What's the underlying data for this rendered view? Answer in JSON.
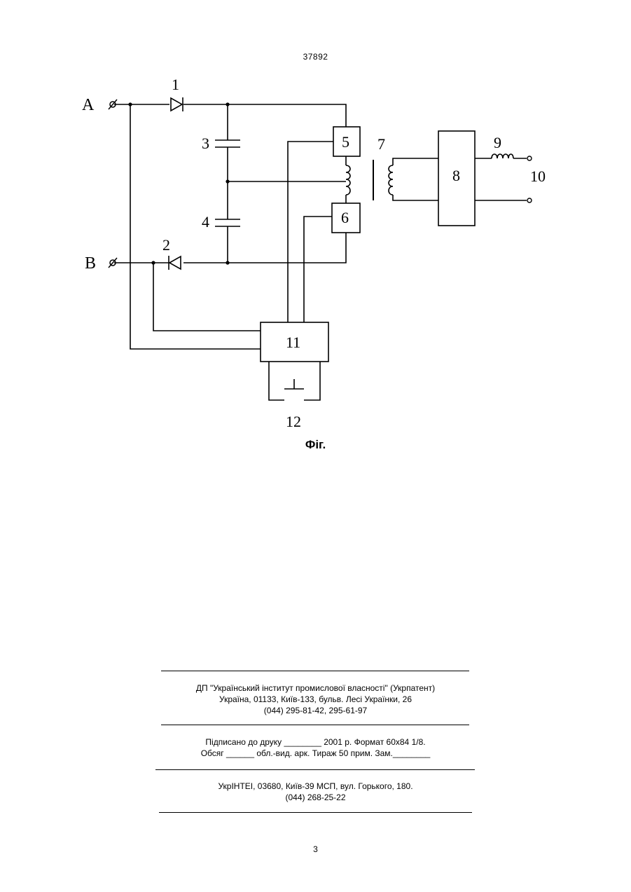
{
  "document_number": "37892",
  "figure": {
    "caption": "Фіг.",
    "terminals": {
      "a": "A",
      "b": "B"
    },
    "labels": {
      "l1": "1",
      "l2": "2",
      "l3": "3",
      "l4": "4",
      "l5": "5",
      "l6": "6",
      "l7": "7",
      "l8": "8",
      "l9": "9",
      "l10": "10",
      "l11": "11",
      "l12": "12"
    }
  },
  "imprint": {
    "publisher": [
      "ДП \"Український інститут промислової власності\" (Укрпатент)",
      "Україна, 01133, Київ-133, бульв. Лесі Українки, 26",
      "(044) 295-81-42, 295-61-97"
    ],
    "print_info": [
      "Підписано до друку ________ 2001 р.   Формат 60x84 1/8.",
      "Обсяг ______ обл.-вид. арк.   Тираж 50 прим.    Зам.________"
    ],
    "printer": [
      "УкрІНТЕІ, 03680, Київ-39 МСП, вул. Горького, 180.",
      "(044) 268-25-22"
    ]
  },
  "page_number": "3"
}
